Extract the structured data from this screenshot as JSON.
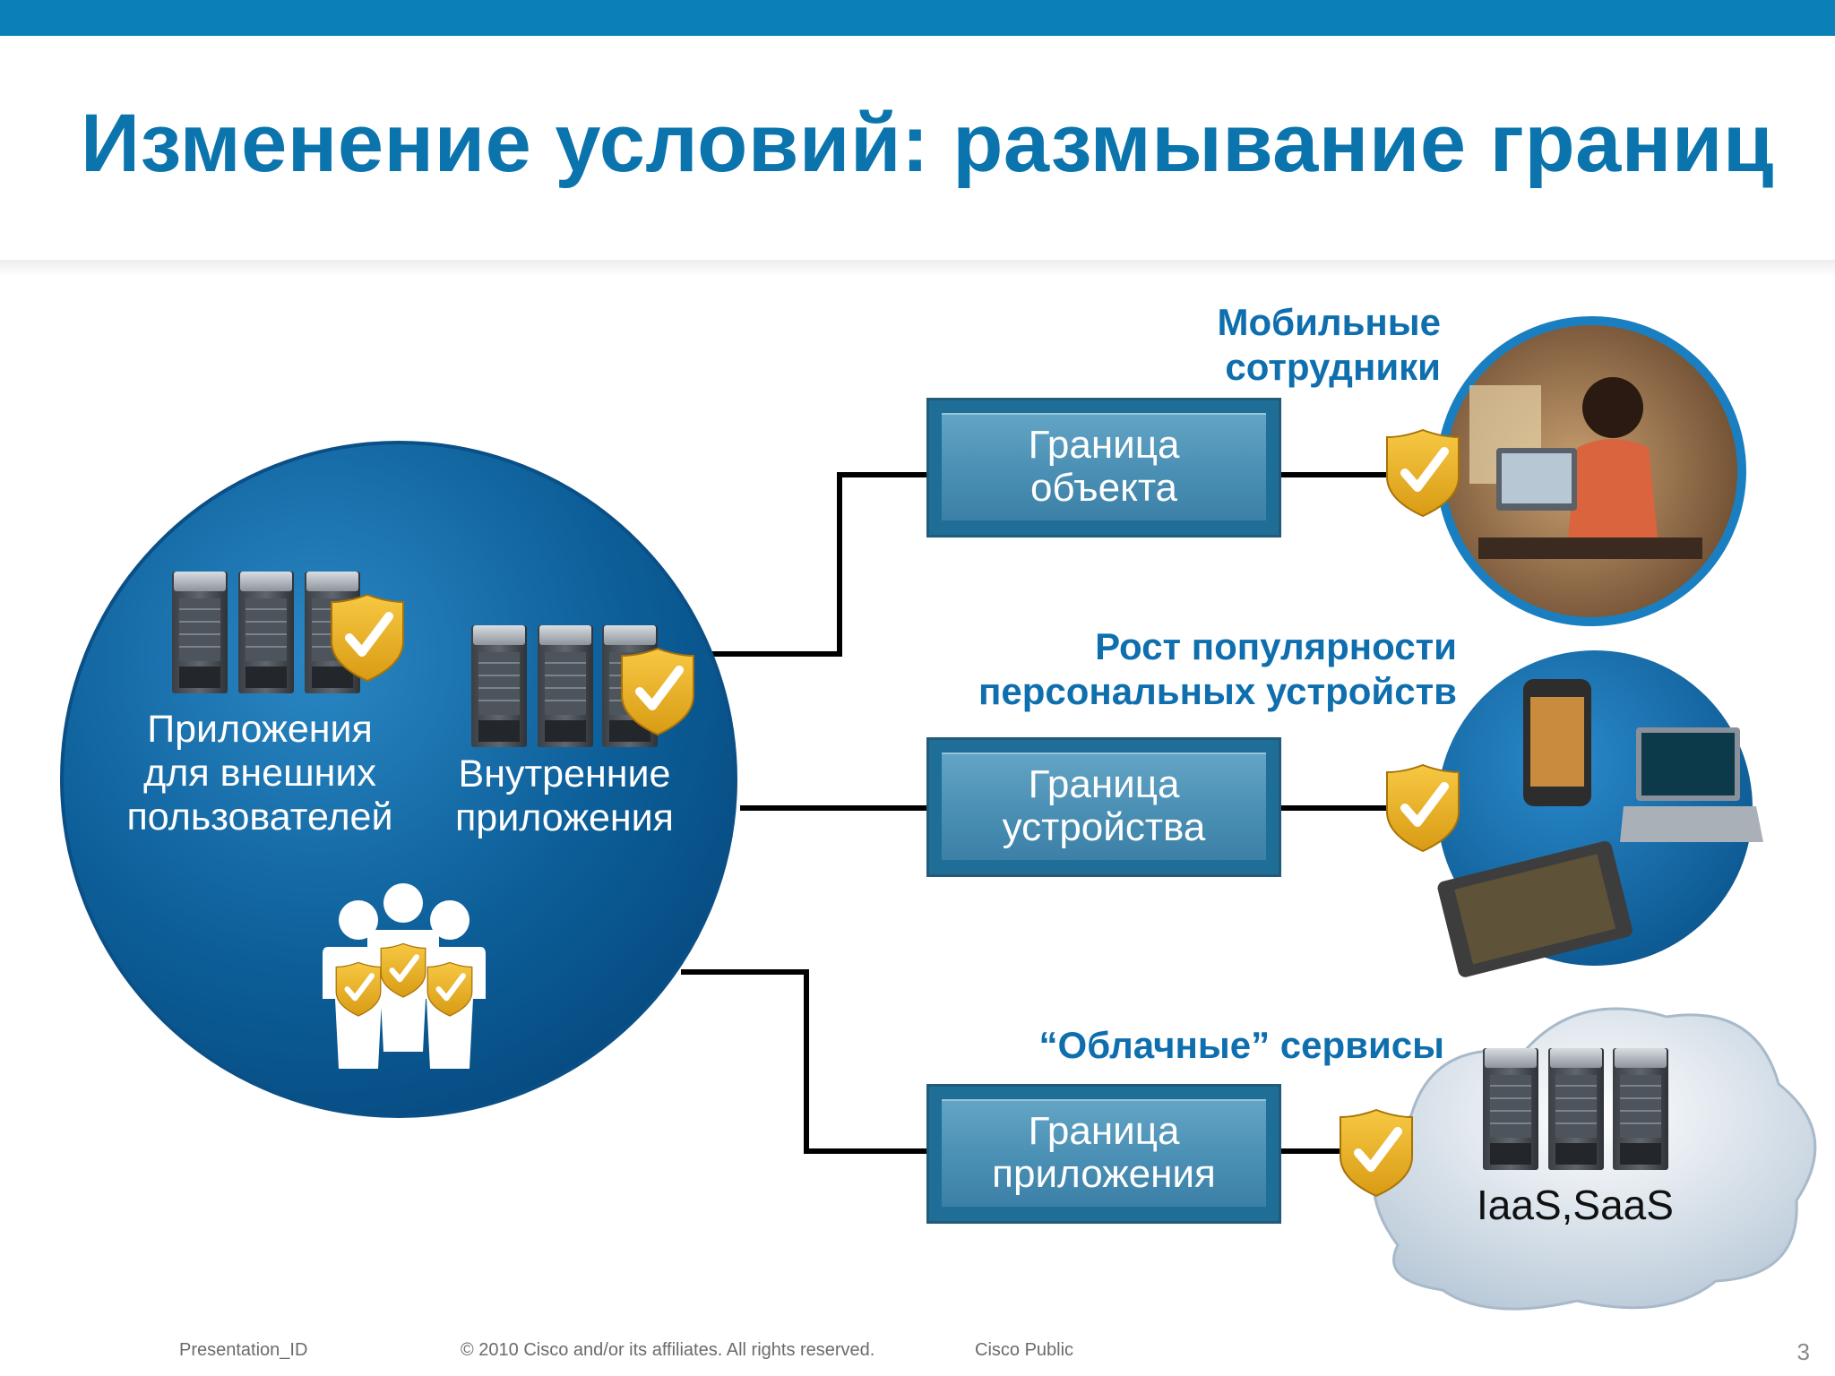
{
  "slide": {
    "title": "Изменение условий: размывание границ"
  },
  "hub": {
    "external_apps_label": "Приложения\nдля внешних\nпользователей",
    "internal_apps_label": "Внутренние\nприложения"
  },
  "branches": [
    {
      "caption": "Мобильные\nсотрудники",
      "boundary_label": "Граница\nобъекта"
    },
    {
      "caption": "Рост популярности\nперсональных устройств",
      "boundary_label": "Граница\nустройства"
    },
    {
      "caption": "“Облачные” сервисы",
      "boundary_label": "Граница\nприложения",
      "cloud_label": "IaaS,SaaS"
    }
  ],
  "footer": {
    "presentation_id": "Presentation_ID",
    "copyright": "© 2010 Cisco and/or its affiliates. All rights reserved.",
    "classification": "Cisco Public",
    "page_number": "3"
  },
  "colors": {
    "brand_blue": "#0b74ad",
    "shield_gold": "#f0b428",
    "boundary_blue": "#4a8fb4"
  }
}
